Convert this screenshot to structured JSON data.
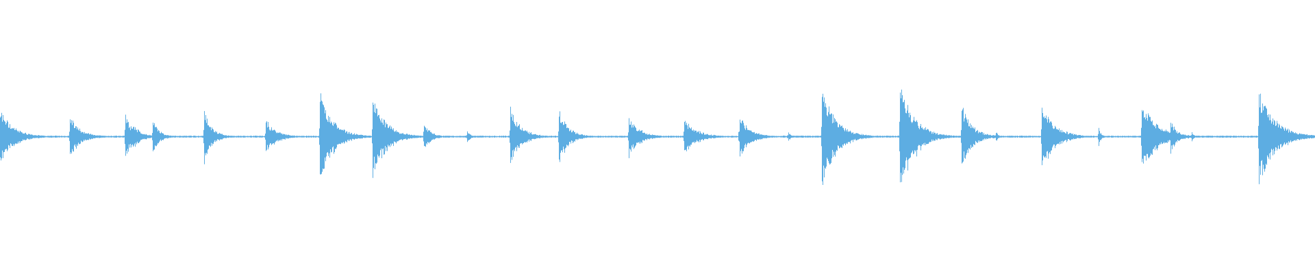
{
  "waveform": {
    "color": "#5dade2",
    "transients": [
      {
        "t": 0.0,
        "amp": 0.22,
        "decay": 0.01
      },
      {
        "t": 0.053,
        "amp": 0.17,
        "decay": 0.008
      },
      {
        "t": 0.095,
        "amp": 0.22,
        "decay": 0.005
      },
      {
        "t": 0.101,
        "amp": 0.11,
        "decay": 0.006
      },
      {
        "t": 0.116,
        "amp": 0.14,
        "decay": 0.005
      },
      {
        "t": 0.155,
        "amp": 0.22,
        "decay": 0.006
      },
      {
        "t": 0.202,
        "amp": 0.14,
        "decay": 0.008
      },
      {
        "t": 0.243,
        "amp": 0.38,
        "decay": 0.01
      },
      {
        "t": 0.283,
        "amp": 0.34,
        "decay": 0.01
      },
      {
        "t": 0.322,
        "amp": 0.13,
        "decay": 0.005
      },
      {
        "t": 0.355,
        "amp": 0.05,
        "decay": 0.003
      },
      {
        "t": 0.388,
        "amp": 0.24,
        "decay": 0.008
      },
      {
        "t": 0.425,
        "amp": 0.22,
        "decay": 0.007
      },
      {
        "t": 0.478,
        "amp": 0.17,
        "decay": 0.008
      },
      {
        "t": 0.52,
        "amp": 0.14,
        "decay": 0.01
      },
      {
        "t": 0.562,
        "amp": 0.18,
        "decay": 0.008
      },
      {
        "t": 0.599,
        "amp": 0.05,
        "decay": 0.002
      },
      {
        "t": 0.625,
        "amp": 0.44,
        "decay": 0.01
      },
      {
        "t": 0.684,
        "amp": 0.53,
        "decay": 0.01
      },
      {
        "t": 0.731,
        "amp": 0.26,
        "decay": 0.008
      },
      {
        "t": 0.757,
        "amp": 0.05,
        "decay": 0.002
      },
      {
        "t": 0.792,
        "amp": 0.27,
        "decay": 0.01
      },
      {
        "t": 0.835,
        "amp": 0.09,
        "decay": 0.002
      },
      {
        "t": 0.868,
        "amp": 0.28,
        "decay": 0.012
      },
      {
        "t": 0.89,
        "amp": 0.13,
        "decay": 0.005
      },
      {
        "t": 0.906,
        "amp": 0.04,
        "decay": 0.002
      },
      {
        "t": 0.957,
        "amp": 0.4,
        "decay": 0.012
      }
    ]
  }
}
